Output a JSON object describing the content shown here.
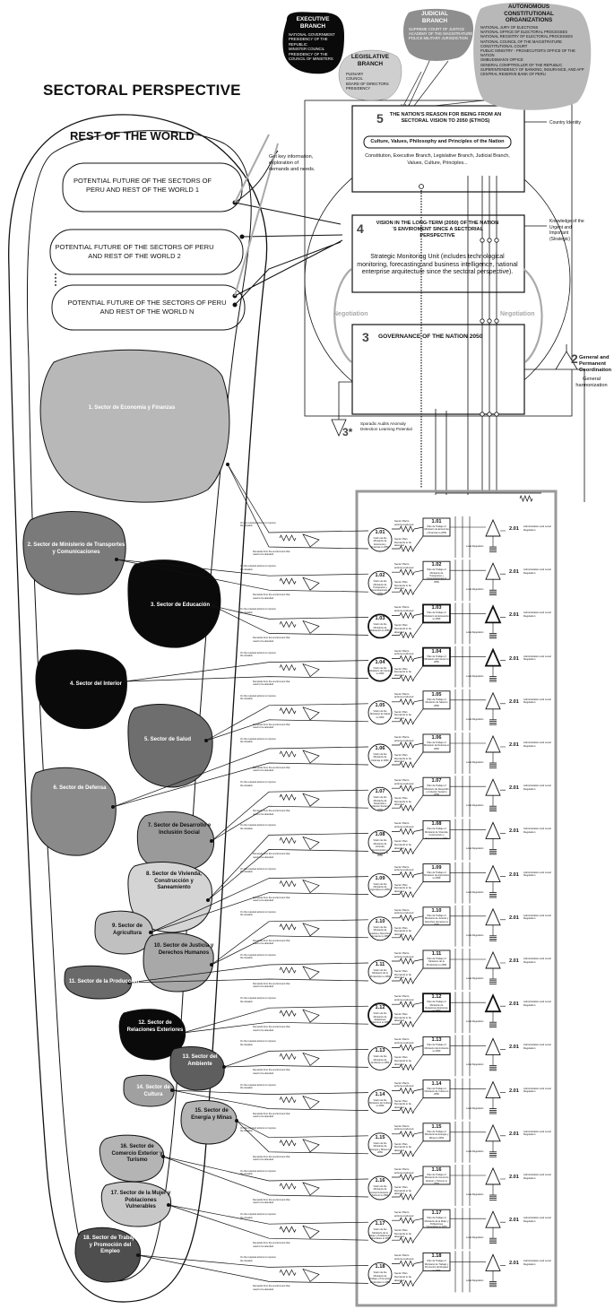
{
  "title": "SECTORAL PERSPECTIVE",
  "rest_of_world": "REST OF THE WORLD",
  "futures": [
    "POTENTIAL FUTURE OF THE SECTORS OF PERU AND REST OF THE WORLD 1",
    "POTENTIAL FUTURE OF THE SECTORS OF PERU AND REST OF THE WORLD 2",
    "POTENTIAL FUTURE OF THE SECTORS OF PERU AND REST OF THE WORLD N"
  ],
  "get_key_info": "Get key information, exploration of demands and needs.",
  "branches": {
    "executive": {
      "title": "EXECUTIVE BRANCH",
      "items": [
        "NATIONAL GOVERNMENT",
        "PRESIDENCY OF THE REPUBLIC",
        "MINISTER COUNCIL",
        "PRESIDENCY OF THE COUNCIL OF MINISTERS"
      ]
    },
    "judicial": {
      "title": "JUDICIAL BRANCH",
      "items": [
        "SUPREME COURT OF JUSTICE",
        "ACADEMY OF THE MAGISTRATURE",
        "POLICE MILITARY JURISDICTION"
      ]
    },
    "legislative": {
      "title": "LEGISLATIVE BRANCH",
      "items": [
        "PLENARY",
        "COUNCIL",
        "BOARD OF DIRECTORS",
        "PRESIDENCY"
      ]
    },
    "autonomous": {
      "title": "AUTONOMOUS CONSTITUTIONAL ORGANIZATIONS",
      "items": [
        "NATIONAL JURY OF ELECTIONS",
        "NATIONAL OFFICE OF ELECTORAL PROCESSES",
        "NATIONAL REGISTRY OF ELECTORAL PROCESSES",
        "NATIONAL COUNCIL OF THE MAGISTRATURE",
        "CONSTITUTIONAL COURT",
        "PUBLIC MINISTRY - PROSECUTOR'S OFFICE OF THE NATION",
        "OMBUDSMAN'S OFFICE",
        "GENERAL COMPTROLLER OF THE REPUBLIC",
        "SUPERINTENDENCY OF BANKING, INSURANCE, AND AFP",
        "CENTRAL RESERVE BANK OF PERU"
      ]
    }
  },
  "box5": {
    "num": "5",
    "title": "THE NATION'S REASON FOR BEING FROM AN SECTORAL VISION TO 2050 (ETHOS)",
    "pill": "Culture, Values, Philosophy and Principles of the Nation",
    "body": "Constitution, Executive Branch, Legislative Branch, Judicial Branch, Values, Culture, Principles...",
    "side": "Country Identity"
  },
  "box4": {
    "num": "4",
    "title": "VISION IN THE LONG-TERM (2050) OF THE NATION´S ENVIROMENT SINCE A SECTORIAL PERSPECTIVE",
    "body": "Strategic Monitoring Unit (includes technological monitoring, forecasting and business intelligence, national enterprise arquitecture since the sectoral perspective).",
    "side": "Knowledge of the Urgent and Important (Strategic)"
  },
  "box3": {
    "num": "3",
    "title": "GOVERNANCE OF THE NATION 2050"
  },
  "negotiation": "Negotiation",
  "general_coordination": {
    "num": "2",
    "label": "General and Permanent Coordination",
    "sub": "General harmonization"
  },
  "audits": {
    "num": "3*",
    "label": "Sporadic Audits Anomaly Detection Learning Potential"
  },
  "sectors": [
    {
      "label": "1. Sector de Economía y Finanzas",
      "shade": "#b8b8b8",
      "text": "#ffffff"
    },
    {
      "label": "2. Sector de Ministerio de Transportes y Comunicaciones",
      "shade": "#7a7a7a",
      "text": "#ffffff"
    },
    {
      "label": "3. Sector de Educación",
      "shade": "#0a0a0a",
      "text": "#ffffff"
    },
    {
      "label": "4. Sector del Interior",
      "shade": "#0a0a0a",
      "text": "#ffffff"
    },
    {
      "label": "5. Sector de Salud",
      "shade": "#6e6e6e",
      "text": "#ffffff"
    },
    {
      "label": "6. Sector de Defensa",
      "shade": "#8a8a8a",
      "text": "#ffffff"
    },
    {
      "label": "7. Sector de Desarrollo e Inclusión Social",
      "shade": "#9a9a9a",
      "text": "#111111"
    },
    {
      "label": "8. Sector de Vivienda, Construcción y Saneamiento",
      "shade": "#d4d4d4",
      "text": "#111111"
    },
    {
      "label": "9. Sector de Agricultura",
      "shade": "#c0c0c0",
      "text": "#111111"
    },
    {
      "label": "10. Sector de Justicia y Derechos Humanos",
      "shade": "#a8a8a8",
      "text": "#111111"
    },
    {
      "label": "11. Sector de la Producción",
      "shade": "#6a6a6a",
      "text": "#ffffff"
    },
    {
      "label": "12. Sector de Relaciones Exteriores",
      "shade": "#0a0a0a",
      "text": "#ffffff"
    },
    {
      "label": "13. Sector del Ambiente",
      "shade": "#5e5e5e",
      "text": "#ffffff"
    },
    {
      "label": "14. Sector de Cultura",
      "shade": "#a0a0a0",
      "text": "#ffffff"
    },
    {
      "label": "15. Sector de Energía y Minas",
      "shade": "#b4b4b4",
      "text": "#111111"
    },
    {
      "label": "16. Sector de Comercio Exterior y Turismo",
      "shade": "#b4b4b4",
      "text": "#111111"
    },
    {
      "label": "17. Sector de la Mujer y Poblaciones Vulnerables",
      "shade": "#c8c8c8",
      "text": "#111111"
    },
    {
      "label": "18. Sector de Trabajo y Promoción del Empleo",
      "shade": "#4e4e4e",
      "text": "#ffffff"
    }
  ],
  "row_codes": [
    "1.01",
    "1.02",
    "1.03",
    "1.04",
    "1.05",
    "1.06",
    "1.07",
    "1.08",
    "1.09",
    "1.10",
    "1.11",
    "1.12",
    "1.13",
    "1.14",
    "1.15",
    "1.16",
    "1.17",
    "1.18"
  ],
  "row_ministries": [
    "Ministerio de Economía y Finanzas",
    "Ministerio de Transportes y Comunicaciones",
    "Ministerio de Educación",
    "Ministerio del Interior",
    "Ministerio de Salud",
    "Ministerio de Defensa",
    "Ministerio de Desarrollo e Inclusión Social",
    "Ministerio de Vivienda, Construcción y Saneamiento",
    "Ministerio de Agricultura",
    "Ministerio de Justicia y Derechos Humanos",
    "Ministerio de la Producción",
    "Ministerio de Relaciones Exteriores",
    "Ministerio del Ambiente",
    "Ministerio de Cultura",
    "Ministerio de Energía y Minas",
    "Ministerio de Comercio Exterior y Turismo",
    "Ministerio de la Mujer y Poblaciones Vulnerables",
    "Ministerio de Trabajo y Promoción del Empleo"
  ],
  "row_bold": [
    false,
    false,
    true,
    true,
    false,
    false,
    false,
    false,
    false,
    false,
    false,
    true,
    false,
    false,
    false,
    false,
    false,
    false
  ],
  "row_texts": {
    "plan_prefix": "Plan de Trabajo of",
    "plan_suffix": "to 2050",
    "vision_prefix": "Visión de the Ministerio de",
    "vision_suffix": "to 2050",
    "sector_actions": "Sector Plan's actions produced",
    "sector_demands": "Sector Plan Demands to be attended",
    "admin_code": "2.01",
    "admin": "Administration and Local Regulation",
    "local_reg": "Local Regulation",
    "arrow_top": "On the required actions to improve the situation",
    "arrow_bottom": "Demands from the environment that need to be attended"
  }
}
